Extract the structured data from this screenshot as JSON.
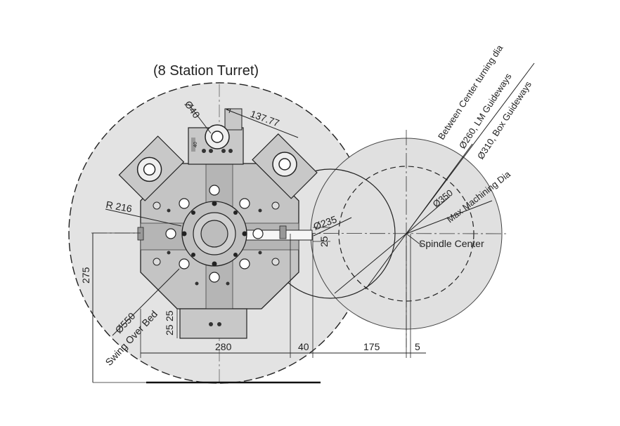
{
  "title": "(8 Station Turret)",
  "labels": {
    "between_center": "Between Center turning dia",
    "lm_guideways": "Ø260, LM Guideways",
    "box_guideways": "Ø310, Box Guideways",
    "max_machining": "Max Machining Dia",
    "d350": "Ø350",
    "d235": "Ø235",
    "d40": "Ø40",
    "d550": "Ø550",
    "swing_over_bed": "Swing Over Bed",
    "r216": "R 216",
    "d137": "137.77",
    "dim275": "275",
    "dim280": "280",
    "dim40": "40",
    "dim175": "175",
    "dim5": "5",
    "dim25_right": "25",
    "dim25_a": "25",
    "dim25_b": "25",
    "spindle_center": "Spindle Center",
    "tool_mark": "40"
  },
  "colors": {
    "turret_body": "#c8c8c8",
    "turret_dark": "#8a8a8a",
    "swing_fill": "#e3e3e3",
    "spindle_fill": "#e0e0e0",
    "line": "#222222"
  }
}
